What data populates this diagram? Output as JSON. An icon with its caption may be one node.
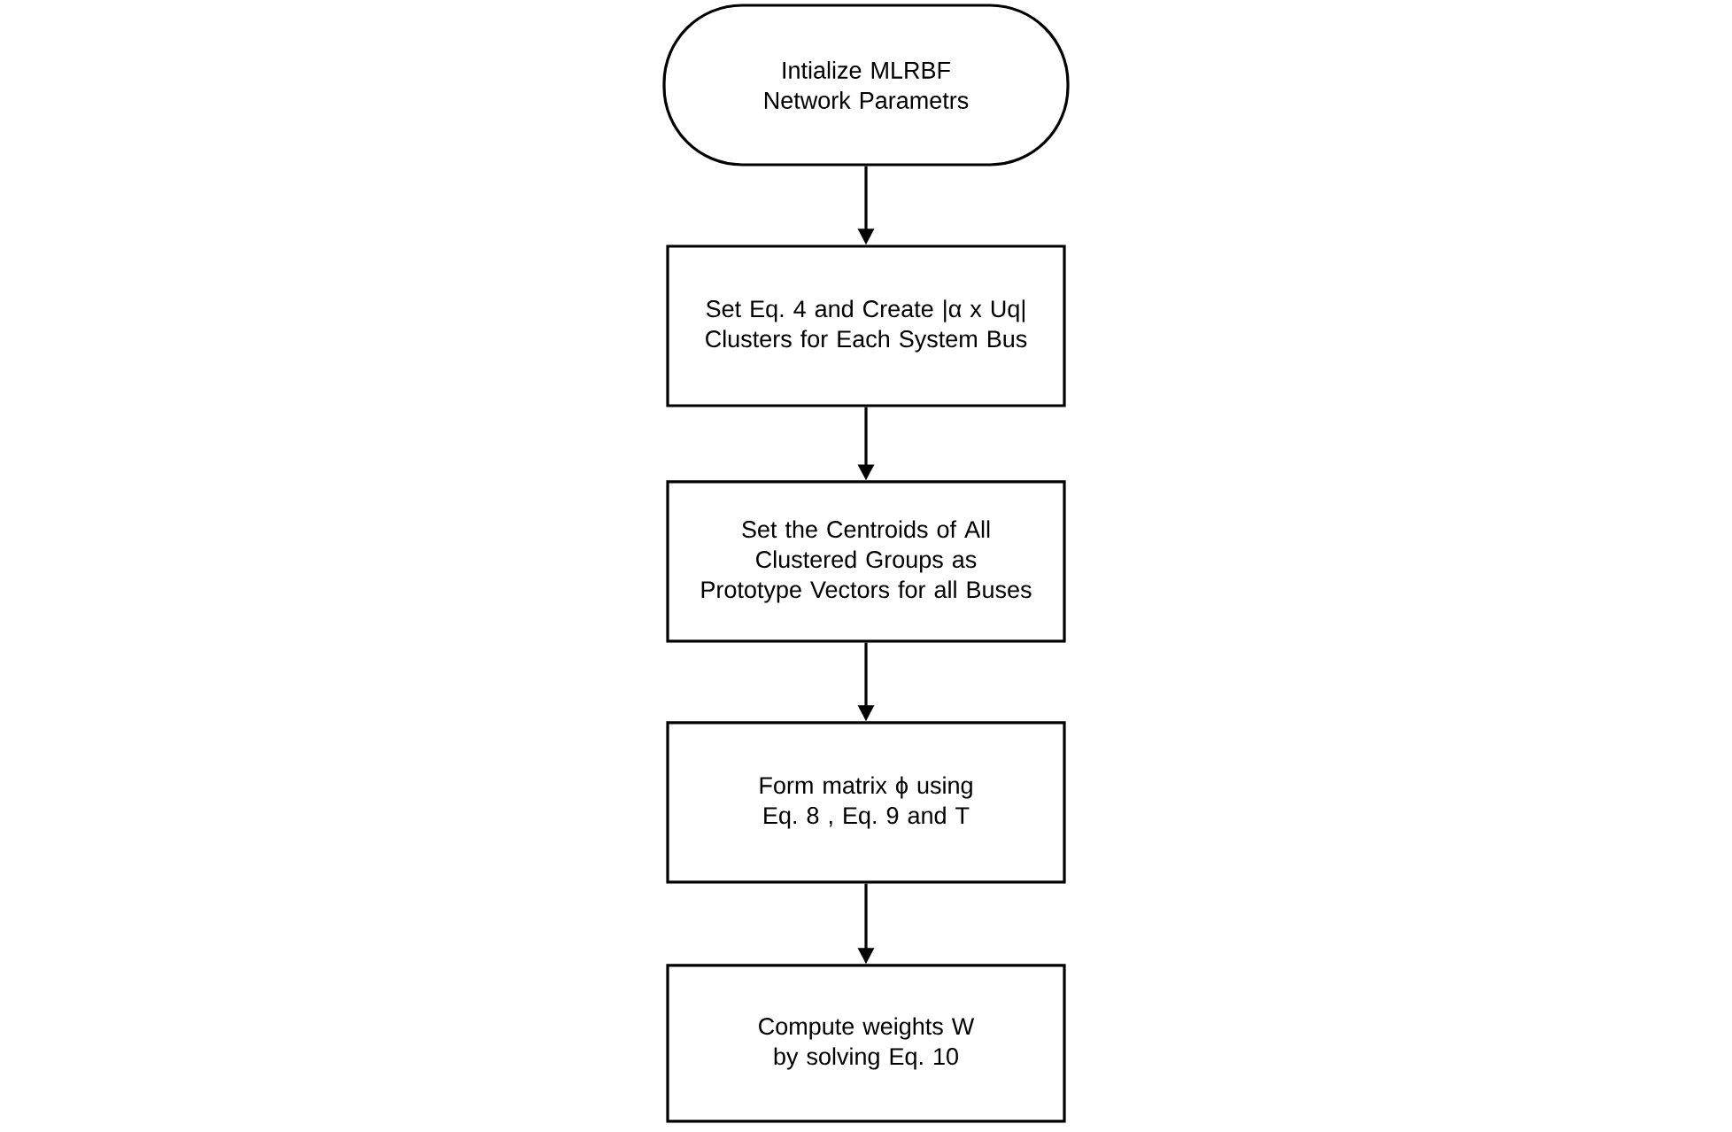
{
  "diagram": {
    "nodes": [
      {
        "text": [
          "Intialize MLRBF Network Parametrs"
        ]
      },
      {
        "text": [
          "Set Eq. 4 and Create |α x Uq| Clusters for Each System Bus"
        ]
      },
      {
        "text": [
          "Set the Centroids of All Clustered Groups as Prototype Vectors for all Buses"
        ]
      },
      {
        "text": [
          "Form matrix ϕ using Eq. 8 , Eq. 9 and T"
        ]
      },
      {
        "text": [
          "Compute weights W by solving Eq. 10"
        ]
      }
    ],
    "edges": [
      {
        "from": 0,
        "to": 1,
        "arrow": "to"
      },
      {
        "from": 1,
        "to": 2,
        "arrow": "to"
      },
      {
        "from": 2,
        "to": 3,
        "arrow": "to"
      },
      {
        "from": 3,
        "to": 4,
        "arrow": "to"
      }
    ]
  }
}
